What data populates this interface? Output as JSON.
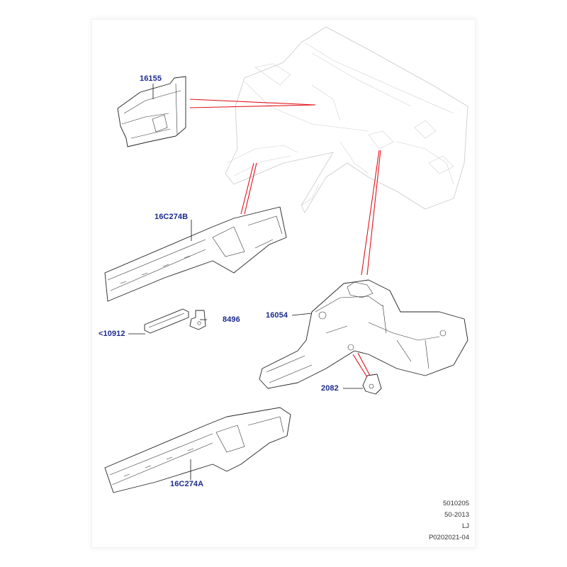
{
  "colors": {
    "label": "#1c2a8c",
    "callout_line": "#e0141c"
  },
  "parts": [
    {
      "id": "16155",
      "label": "16155"
    },
    {
      "id": "16C274B",
      "label": "16C274B"
    },
    {
      "id": "8496",
      "label": "8496"
    },
    {
      "id": "10912",
      "label": "<10912"
    },
    {
      "id": "16054",
      "label": "16054"
    },
    {
      "id": "2082",
      "label": "2082"
    },
    {
      "id": "16C274A",
      "label": "16C274A"
    }
  ],
  "reference": {
    "line1": "5010205",
    "line2": "50-2013",
    "line3": "LJ",
    "line4": "P0202021-04"
  }
}
